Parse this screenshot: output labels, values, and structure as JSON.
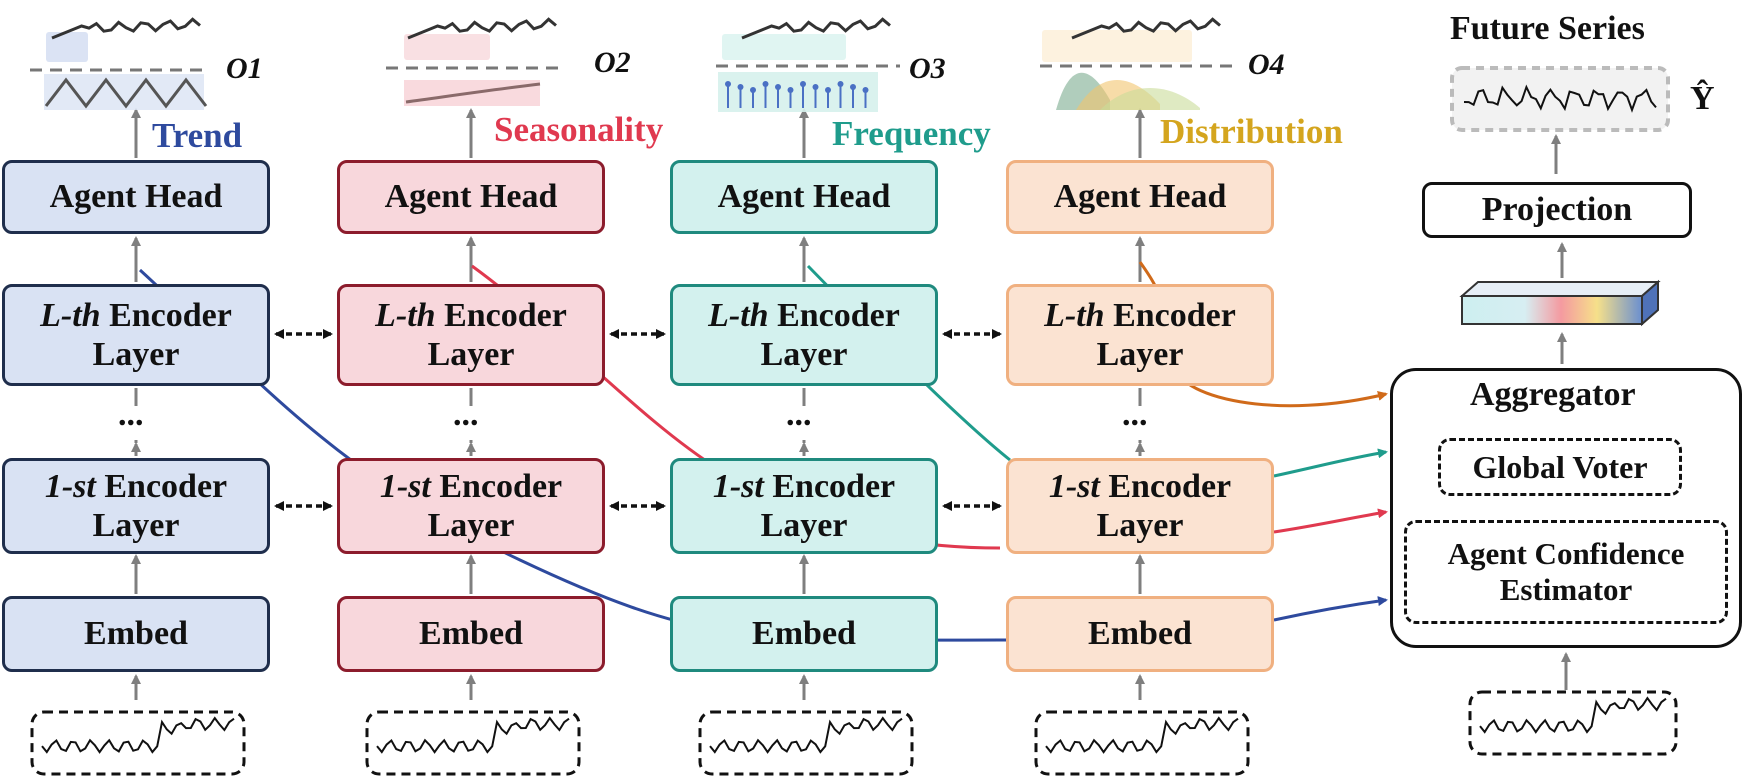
{
  "agents": [
    {
      "label": "Trend",
      "label_color": "#2e4a9e",
      "output": "O1",
      "output_sub": "1"
    },
    {
      "label": "Seasonality",
      "label_color": "#e0394f",
      "output": "O2",
      "output_sub": "2"
    },
    {
      "label": "Frequency",
      "label_color": "#1f9c8c",
      "output": "O3",
      "output_sub": "3"
    },
    {
      "label": "Distribution",
      "label_color": "#d4a51e",
      "output": "O4",
      "output_sub": "4"
    }
  ],
  "blocks": {
    "agent_head": "Agent Head",
    "lth_prefix": "L-th",
    "first_prefix": "1-st",
    "encoder": "Encoder",
    "layer": "Layer",
    "embed": "Embed",
    "ellipsis": "..."
  },
  "right": {
    "future_series": "Future Series",
    "y_hat": "Ŷ",
    "projection": "Projection",
    "aggregator": "Aggregator",
    "global_voter": "Global Voter",
    "confidence_line1": "Agent Confidence",
    "confidence_line2": "Estimator"
  },
  "colors": {
    "trend": "#2e4a9e",
    "seasonality": "#e0394f",
    "frequency": "#1f9c8c",
    "distribution": "#d06a1a",
    "arrow_gray": "#7f7f7f"
  }
}
